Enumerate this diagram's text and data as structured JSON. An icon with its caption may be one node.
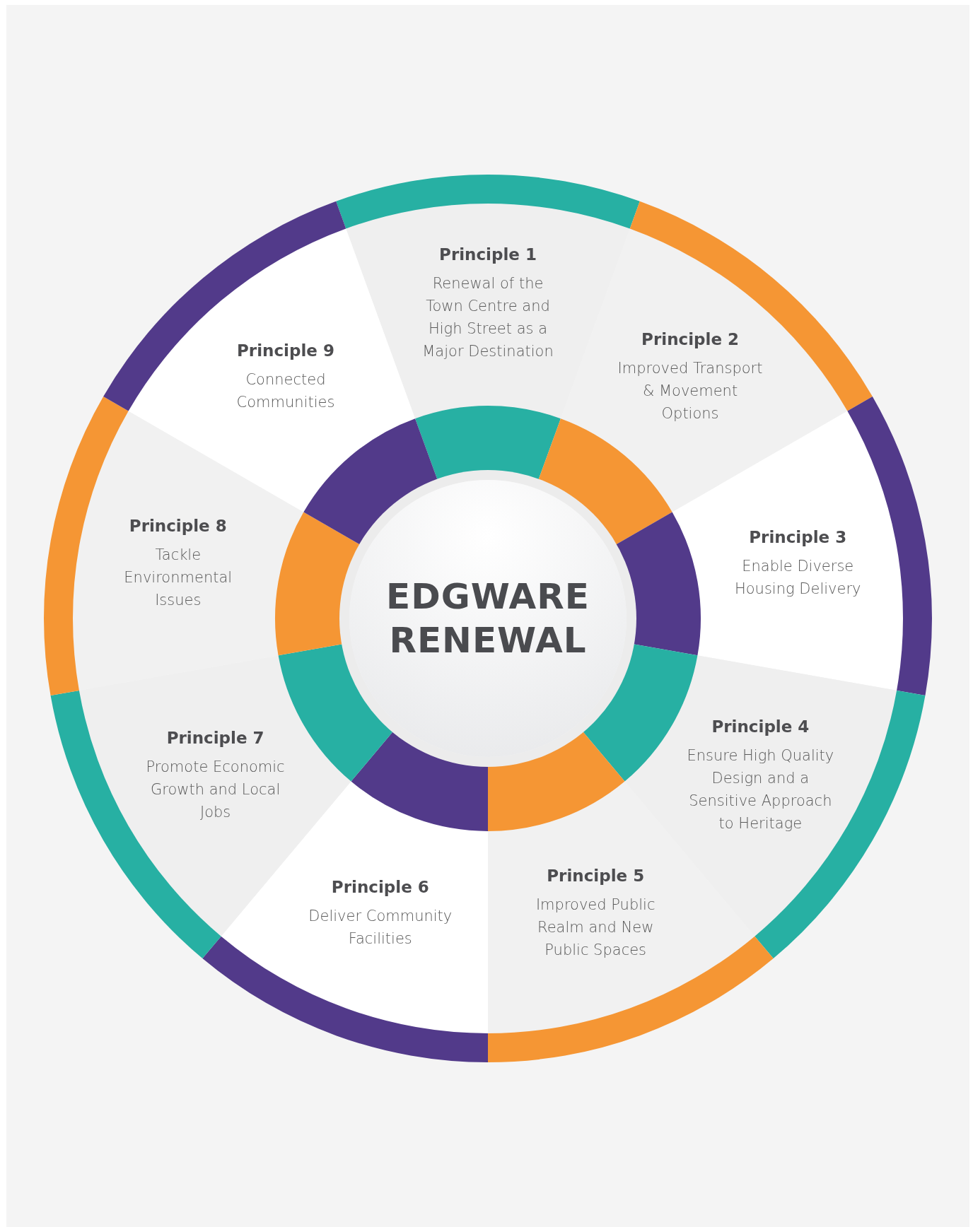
{
  "diagram": {
    "nodes": [
      {
        "text": [
          "EDGWARE RENEWAL"
        ]
      },
      {
        "text": [
          "Principle 1",
          "Renewal of the Town Centre and High Street as a Major Destination"
        ]
      },
      {
        "text": [
          "Principle 2",
          "Improved Transport & Movement Options"
        ]
      },
      {
        "text": [
          "Principle 3",
          "Enable Diverse Housing Delivery"
        ]
      },
      {
        "text": [
          "Principle 4",
          "Ensure High Quality Design and a Sensitive Approach to Heritage"
        ]
      },
      {
        "text": [
          "Principle 5",
          "Improved Public Realm and New Public Spaces"
        ]
      },
      {
        "text": [
          "Principle 6",
          "Deliver Community Facilities"
        ]
      },
      {
        "text": [
          "Principle 7",
          "Promote Economic Growth and Local Jobs"
        ]
      },
      {
        "text": [
          "Principle 8",
          "Tackle Environmental Issues"
        ]
      },
      {
        "text": [
          "Principle 9",
          "Connected Communities"
        ]
      }
    ],
    "edges": []
  }
}
